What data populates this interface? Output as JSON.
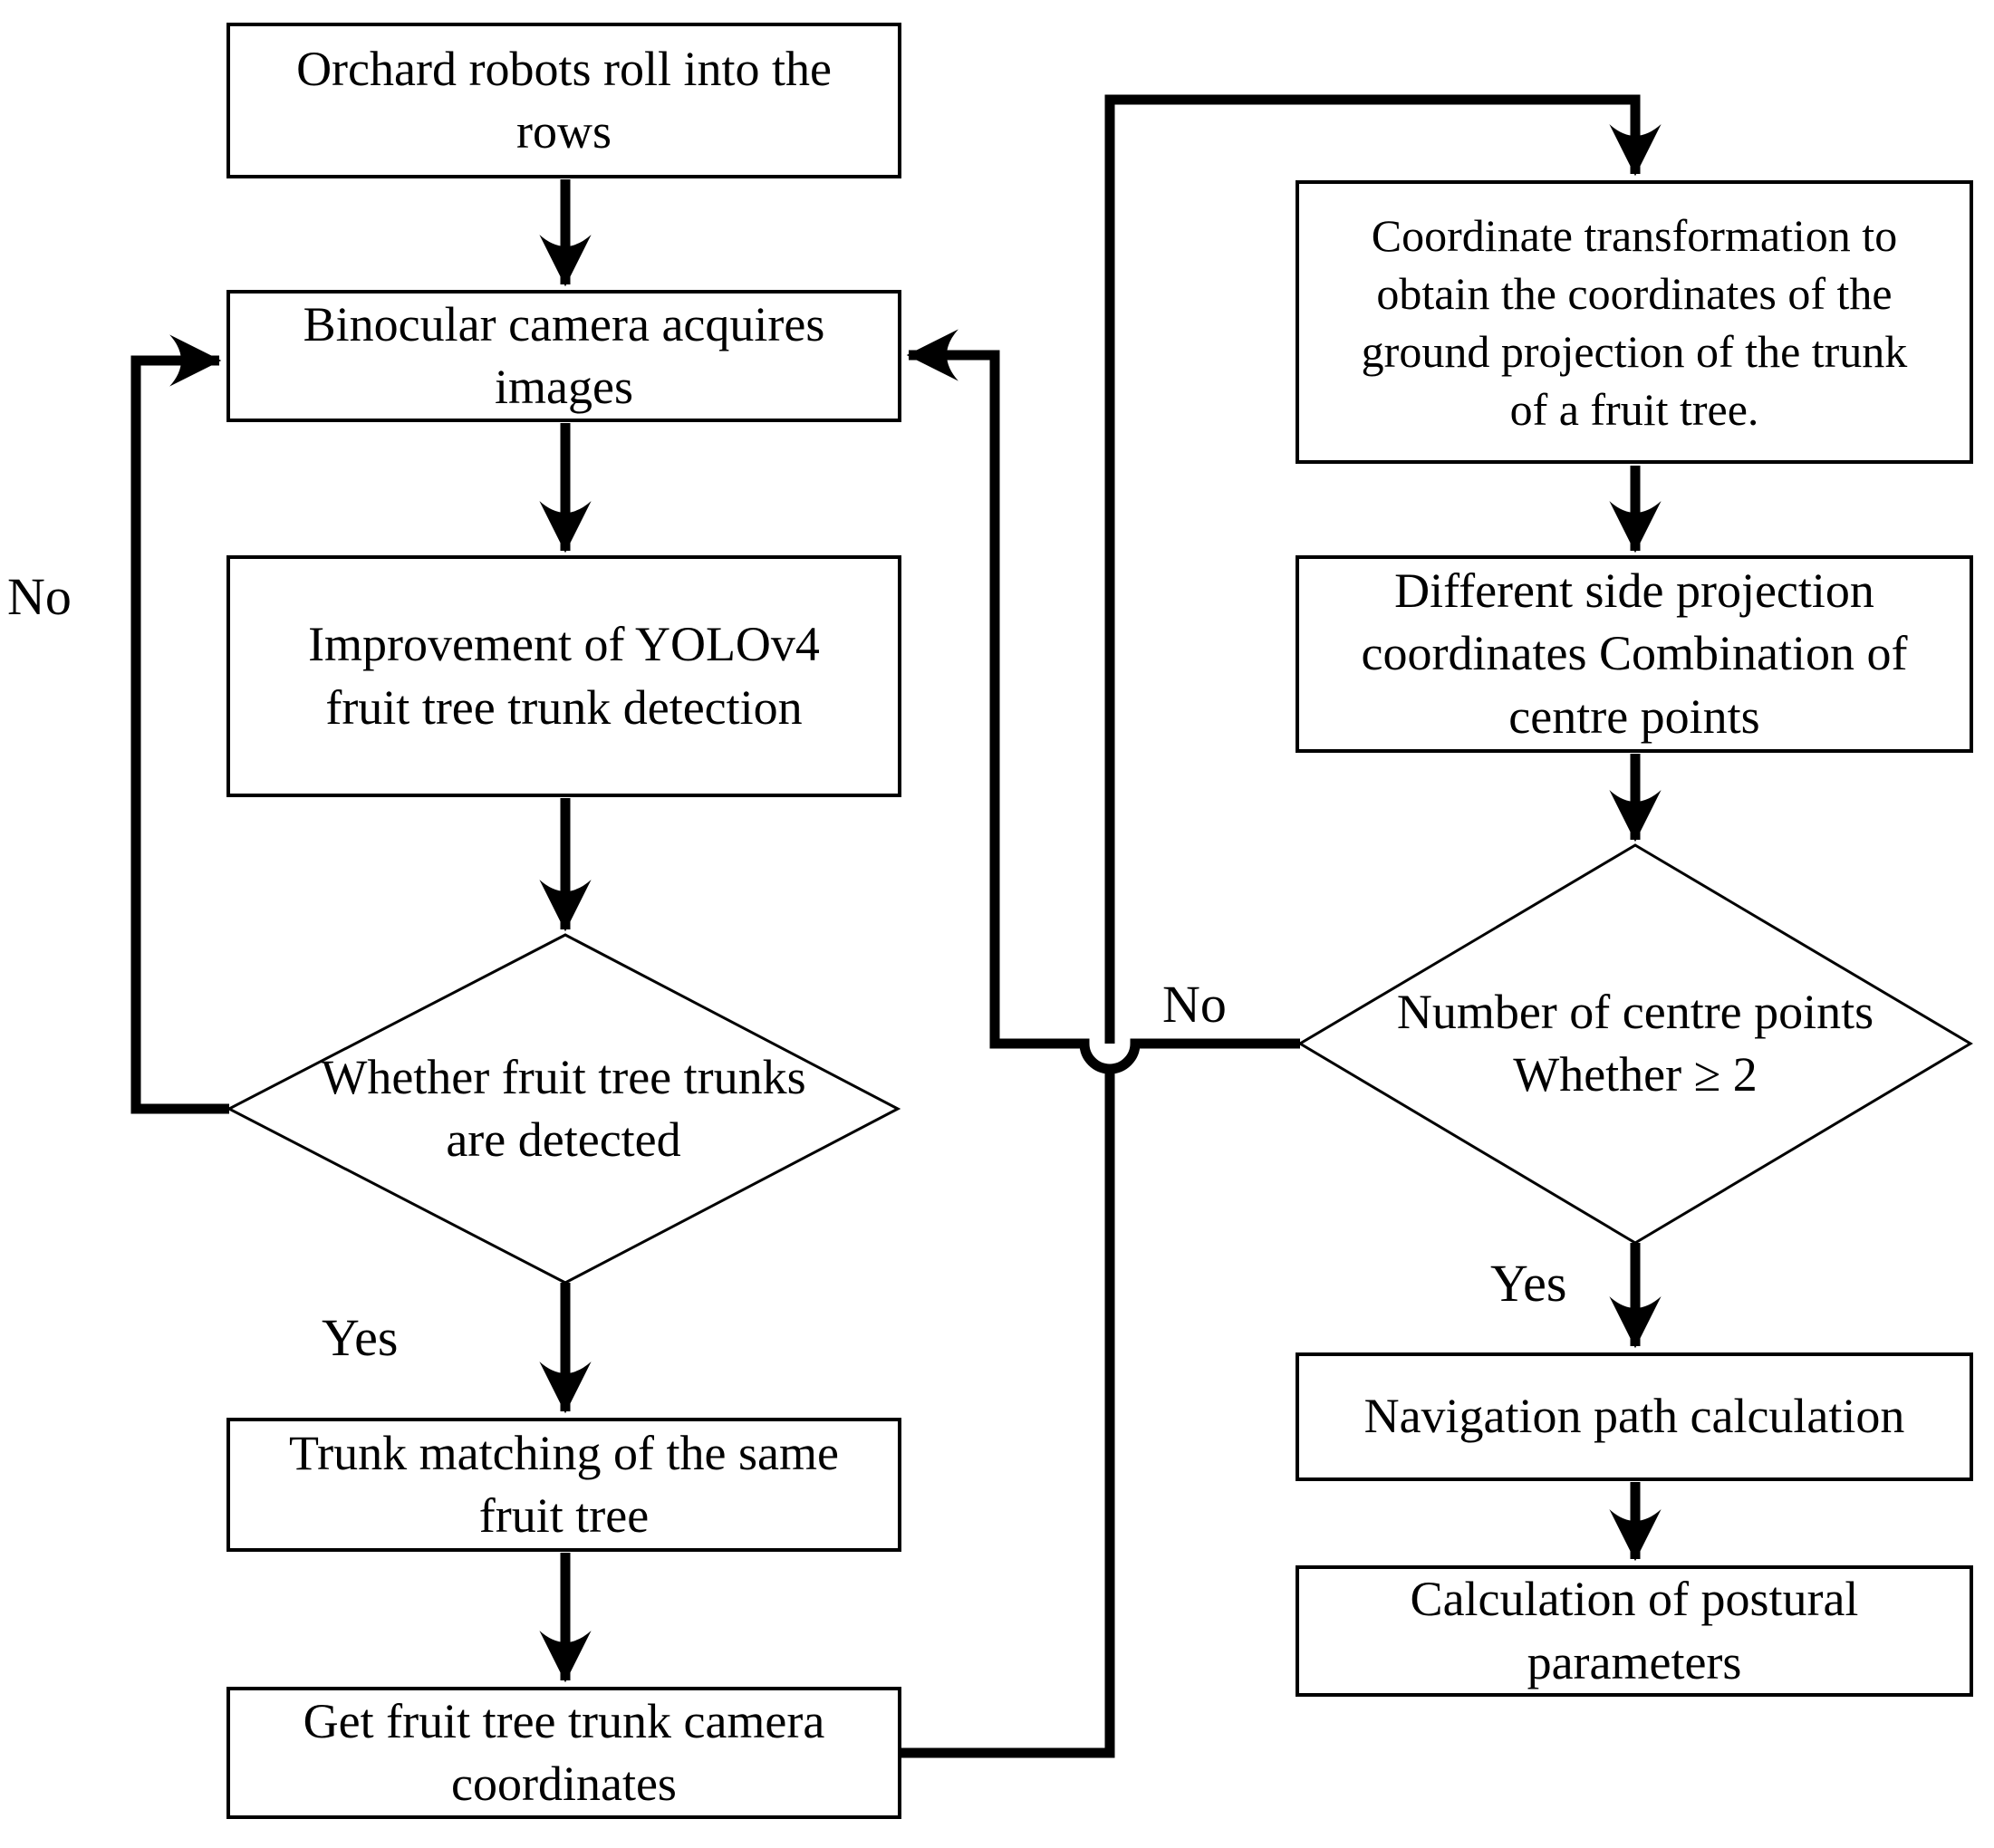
{
  "flowchart": {
    "background_color": "#ffffff",
    "line_color": "#000000",
    "nodes": {
      "orchard": {
        "type": "process",
        "label": "Orchard robots roll into the\nrows"
      },
      "binocular": {
        "type": "process",
        "label": "Binocular camera acquires\nimages"
      },
      "yolo": {
        "type": "process",
        "label": "Improvement of YOLOv4\nfruit tree trunk detection"
      },
      "trunk_detected": {
        "type": "decision",
        "label": "Whether fruit tree trunks\nare detected"
      },
      "trunk_matching": {
        "type": "process",
        "label": "Trunk matching of the same\nfruit tree"
      },
      "get_coords": {
        "type": "process",
        "label": "Get fruit tree trunk camera\ncoordinates"
      },
      "coord_transform": {
        "type": "process",
        "label": "Coordinate transformation to\nobtain the coordinates of the\nground projection of the trunk\nof a fruit tree."
      },
      "side_projection": {
        "type": "process",
        "label": "Different side projection\ncoordinates Combination of\ncentre points"
      },
      "centre_points": {
        "type": "decision",
        "label": "Number of centre points\nWhether ≥ 2"
      },
      "nav_path": {
        "type": "process",
        "label": "Navigation path calculation"
      },
      "postural": {
        "type": "process",
        "label": "Calculation of postural\nparameters"
      }
    },
    "labels": {
      "no_left": "No",
      "yes_left": "Yes",
      "no_right": "No",
      "yes_right": "Yes"
    },
    "edges": [
      {
        "from": "orchard",
        "to": "binocular",
        "label": ""
      },
      {
        "from": "binocular",
        "to": "yolo",
        "label": ""
      },
      {
        "from": "yolo",
        "to": "trunk_detected",
        "label": ""
      },
      {
        "from": "trunk_detected",
        "to": "binocular",
        "label": "No"
      },
      {
        "from": "trunk_detected",
        "to": "trunk_matching",
        "label": "Yes"
      },
      {
        "from": "trunk_matching",
        "to": "get_coords",
        "label": ""
      },
      {
        "from": "get_coords",
        "to": "coord_transform",
        "label": ""
      },
      {
        "from": "coord_transform",
        "to": "side_projection",
        "label": ""
      },
      {
        "from": "side_projection",
        "to": "centre_points",
        "label": ""
      },
      {
        "from": "centre_points",
        "to": "binocular",
        "label": "No"
      },
      {
        "from": "centre_points",
        "to": "nav_path",
        "label": "Yes"
      },
      {
        "from": "nav_path",
        "to": "postural",
        "label": ""
      }
    ]
  }
}
